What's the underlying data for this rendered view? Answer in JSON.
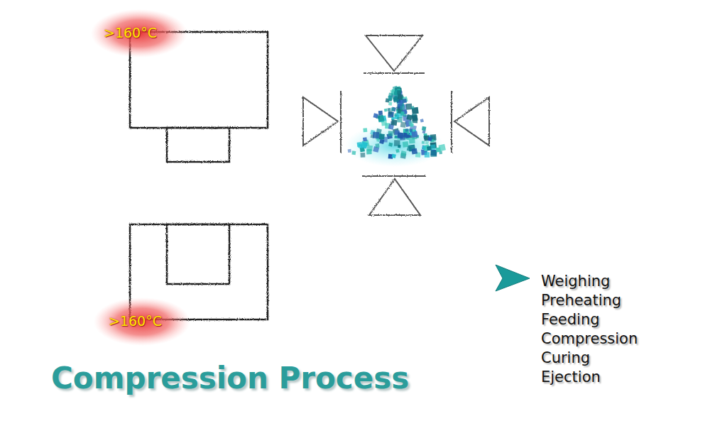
{
  "diagram": {
    "title": "Compression Process",
    "labels": [
      ">160°C",
      ">160°C",
      "Weighing",
      "Preheating",
      "Feeding",
      "Compression",
      "Curing",
      "Ejection"
    ]
  }
}
